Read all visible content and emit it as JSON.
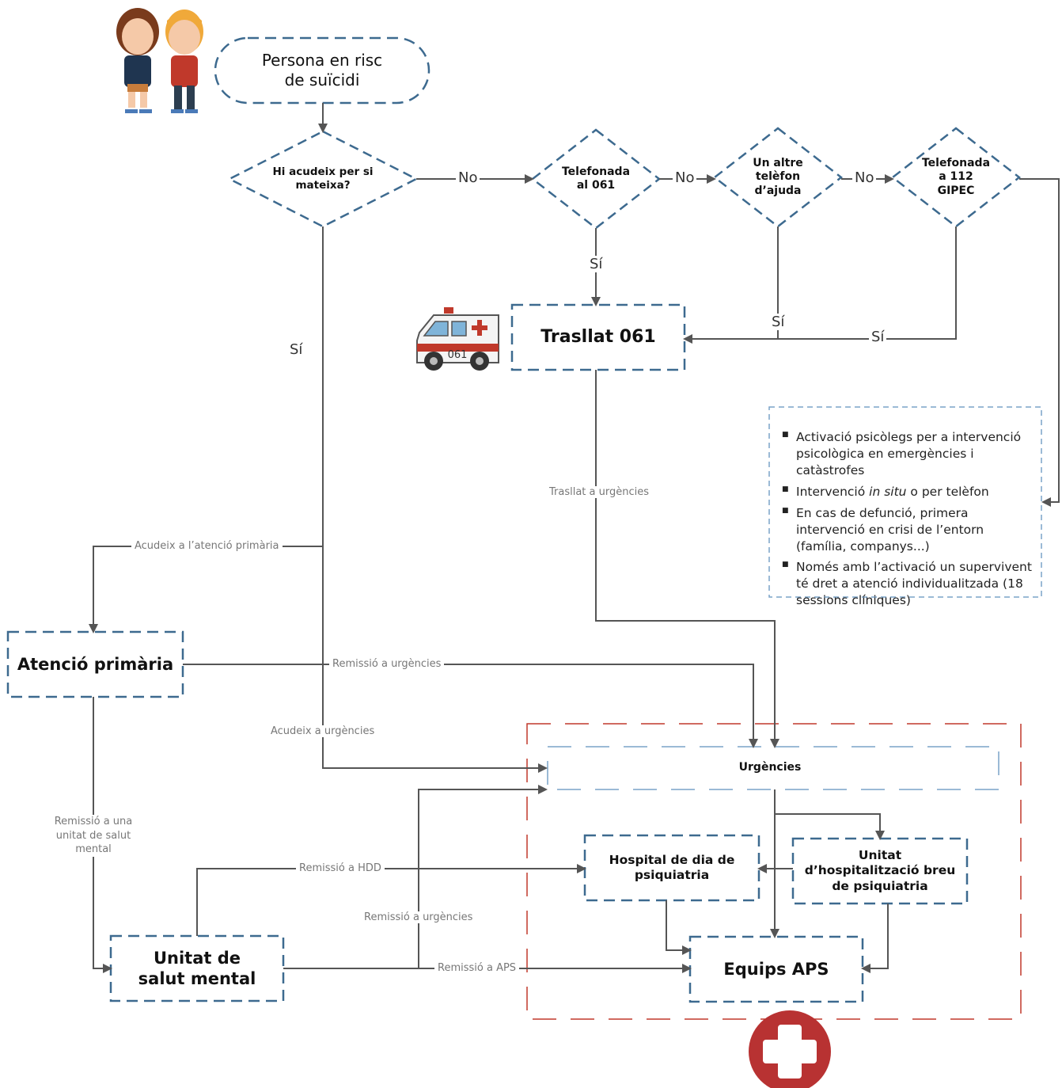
{
  "nodes": {
    "start": "Persona en risc de suïcidi",
    "decision_self": "Hi acudeix per si mateixa?",
    "decision_061": "Telefonada al 061",
    "decision_other": "Un altre telèfon d’ajuda",
    "decision_112": "Telefonada a 112 GIPEC",
    "trasllat": "Trasllat 061",
    "atencio": "Atenció primària",
    "urgencies": "Urgències",
    "hdd": "Hospital de dia de psiquiatria",
    "uhb": "Unitat d’hospitalització breu de psiquiatria",
    "usm": "Unitat de salut mental",
    "aps": "Equips APS"
  },
  "edge_labels": {
    "no1": "No",
    "no2": "No",
    "no3": "No",
    "si_061": "Sí",
    "si_self": "Sí",
    "si_other": "Sí",
    "si_112": "Sí",
    "trasllat_urg": "Trasllat a urgències",
    "acudeix_ap": "Acudeix a l’atenció primària",
    "remissio_urg_ap": "Remissió a urgències",
    "acudeix_urg": "Acudeix a urgències",
    "remissio_usm": "Remissió a una unitat de salut mental",
    "remissio_hdd": "Remissió a HDD",
    "remissio_urg_usm": "Remissió a urgències",
    "remissio_aps": "Remissió a APS"
  },
  "info": {
    "item1": "Activació psicòlegs per a intervenció psicològica en emergències i catàstrofes",
    "item2_pre": "Intervenció ",
    "item2_em": "in situ",
    "item2_post": " o per telèfon",
    "item3": "En cas de defunció, primera intervenció en crisi de l’entorn (família, companys...)",
    "item4": "Només amb l’activació un supervivent té dret a atenció individualitzada (18 sessions clíniques)"
  },
  "ambulance_number": "061",
  "colors": {
    "node_border": "#3d6a8f",
    "arrow": "#555555",
    "info_border": "#7aa3c9",
    "hospital_border": "#c0392b",
    "urgencies_border": "#7aa3c9",
    "cross_red": "#b83232"
  },
  "icons": [
    "people-icon",
    "ambulance-icon",
    "hospital-cross-icon"
  ]
}
